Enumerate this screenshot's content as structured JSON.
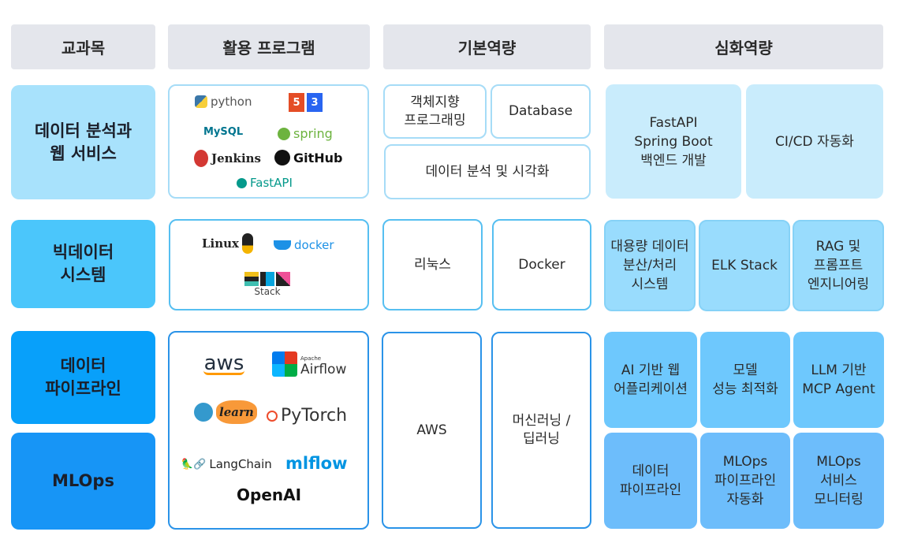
{
  "headers": [
    "교과목",
    "활용 프로그램",
    "기본역량",
    "심화역량"
  ],
  "subjects": [
    {
      "label": "데이터 분석과\n웹 서비스",
      "color": "#a8e2fc"
    },
    {
      "label": "빅데이터\n시스템",
      "color": "#4bc6fb"
    },
    {
      "label": "데이터\n파이프라인",
      "color": "#08a0fa"
    },
    {
      "label": "MLOps",
      "color": "#1795f6"
    }
  ],
  "programs": {
    "row1": [
      "python",
      "HTML",
      "CSS",
      "MySQL",
      "spring",
      "Jenkins",
      "GitHub",
      "FastAPI"
    ],
    "row2": [
      "Linux",
      "docker",
      "Stack"
    ],
    "row3": [
      "aws",
      "Apache",
      "Airflow",
      "learn",
      "PyTorch",
      "LangChain",
      "mlflow",
      "OpenAI"
    ]
  },
  "basic": {
    "row1": [
      "객체지향\n프로그래밍",
      "Database",
      "데이터 분석 및 시각화"
    ],
    "row2": [
      "리눅스",
      "Docker"
    ],
    "row3": [
      "AWS",
      "머신러닝 /\n딥러닝"
    ]
  },
  "advanced": {
    "row1": [
      "FastAPI\nSpring Boot\n백엔드 개발",
      "CI/CD 자동화"
    ],
    "row2": [
      "대용량 데이터\n분산/처리\n시스템",
      "ELK Stack",
      "RAG 및\n프롬프트\n엔지니어링"
    ],
    "row3a": [
      "AI 기반 웹\n어플리케이션",
      "모델\n성능 최적화",
      "LLM 기반\nMCP Agent"
    ],
    "row3b": [
      "데이터\n파이프라인",
      "MLOps\n파이프라인\n자동화",
      "MLOps\n서비스\n모니터링"
    ]
  }
}
